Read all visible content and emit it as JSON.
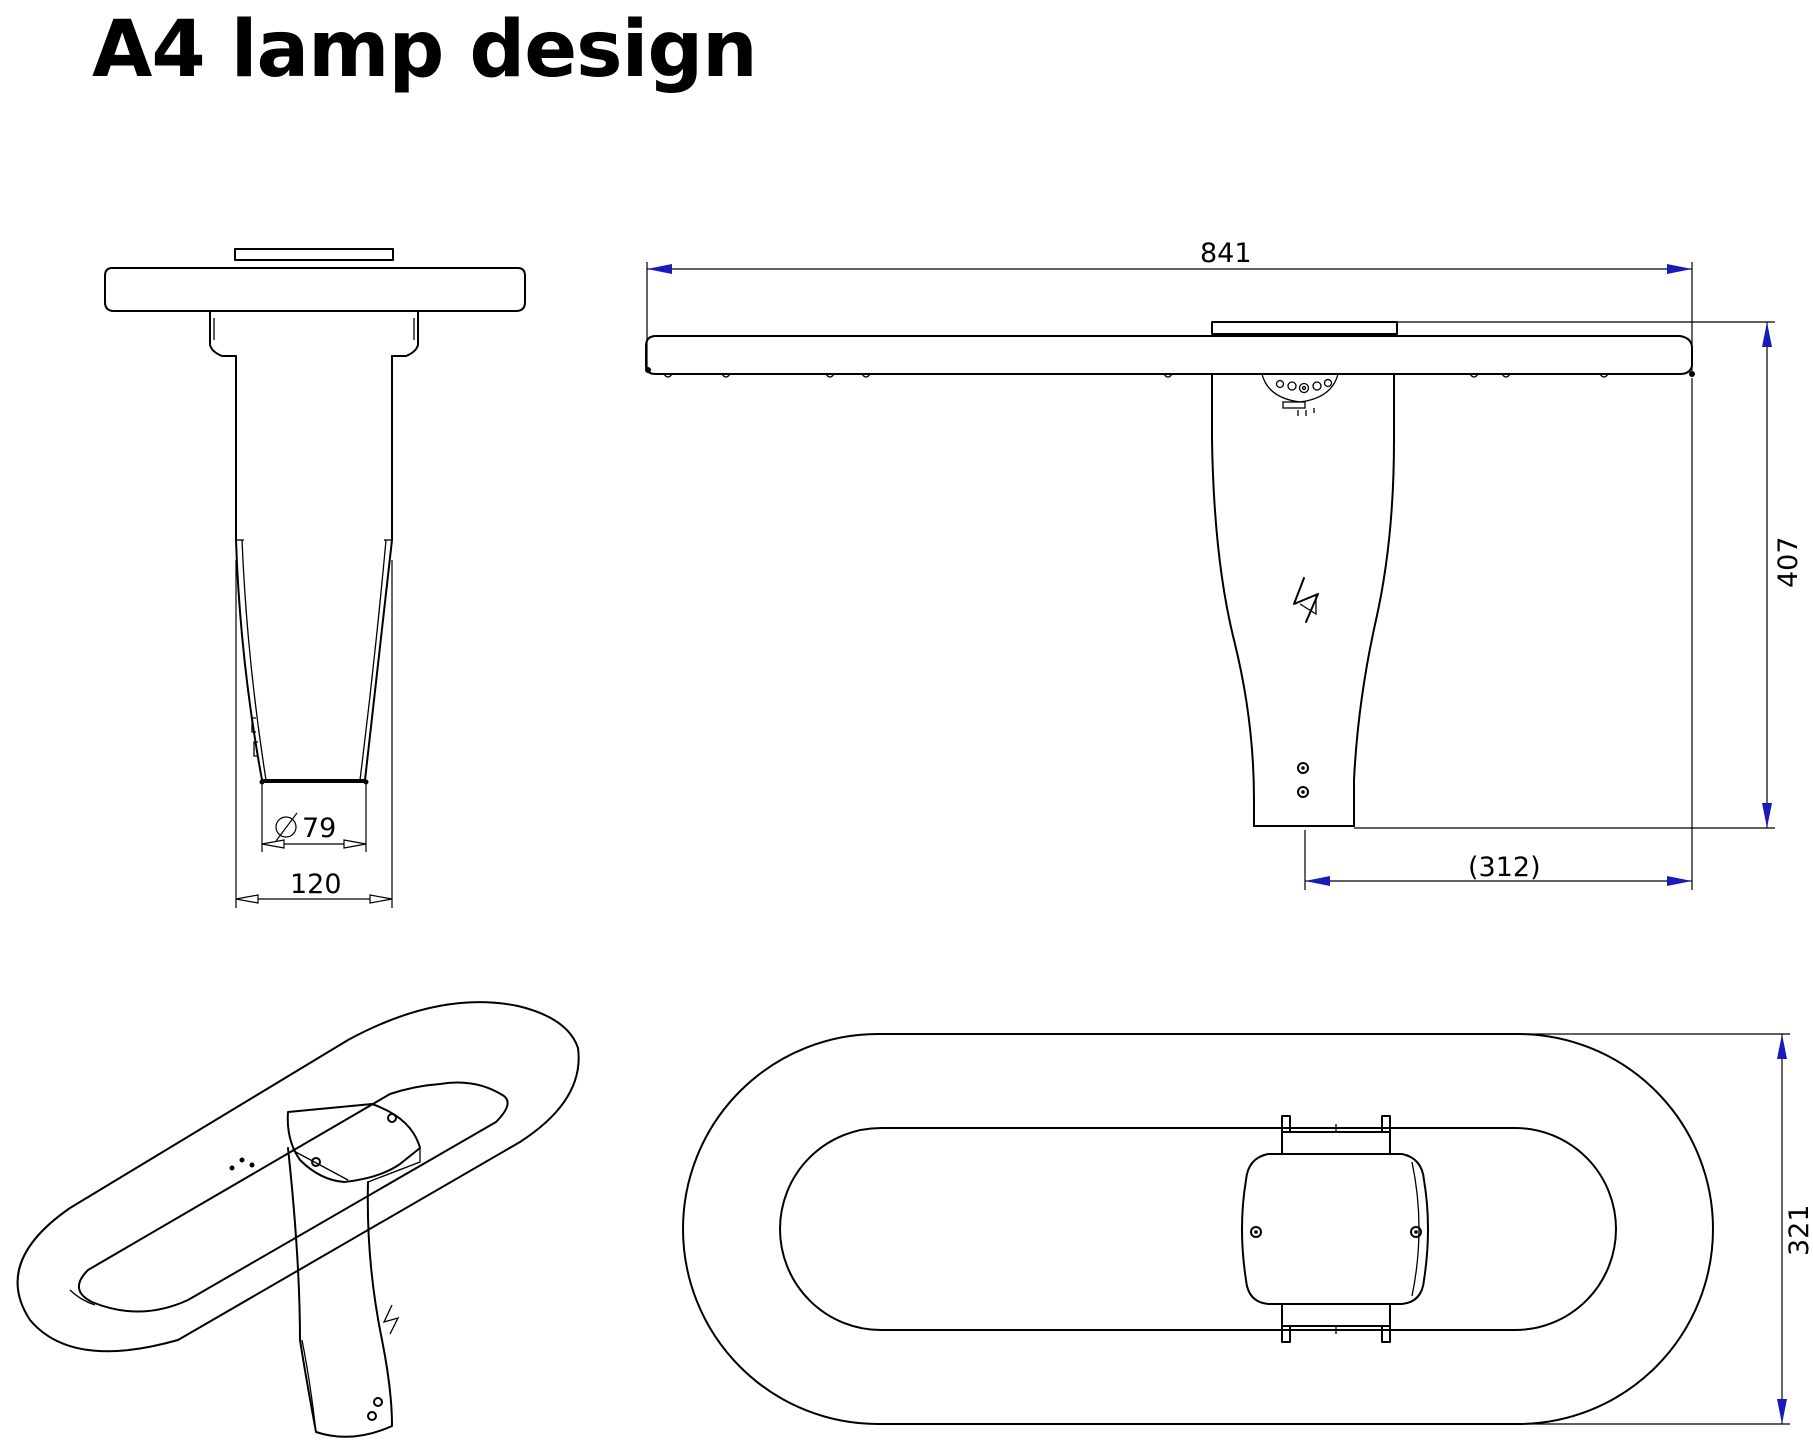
{
  "title": "A4 lamp design",
  "dimensions": {
    "length": "841",
    "height": "407",
    "pole_offset": "(312)",
    "spigot_diameter": "79",
    "pole_width": "120",
    "plan_width": "321"
  },
  "colors": {
    "line": "#000000",
    "arrow": "#1a1ab8",
    "background": "#ffffff"
  },
  "icons": {
    "diameter_symbol": "diameter-symbol-icon",
    "lightning": "lightning-bolt-icon"
  }
}
